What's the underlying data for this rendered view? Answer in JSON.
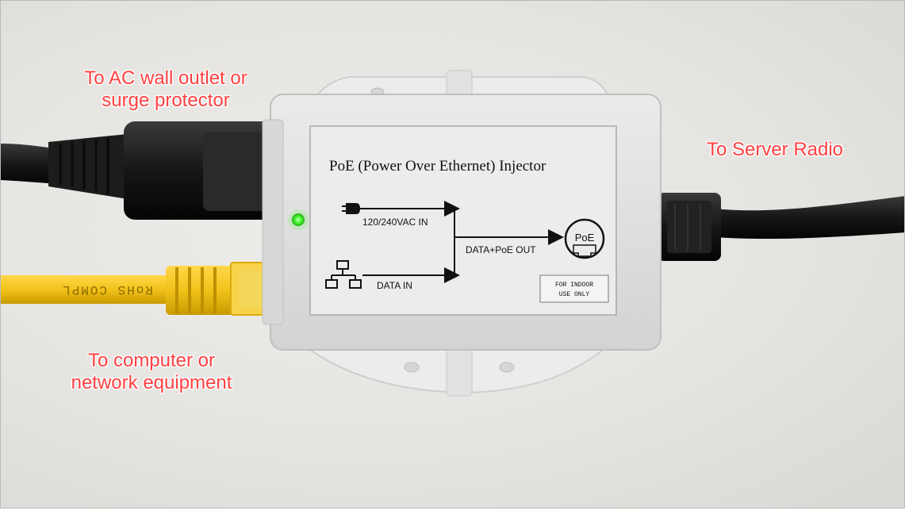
{
  "callouts": {
    "ac_outlet": {
      "line1": "To AC wall outlet or",
      "line2": "surge protector"
    },
    "server_radio": {
      "line1": "To Server Radio"
    },
    "computer": {
      "line1": "To computer or",
      "line2": "network equipment"
    }
  },
  "device": {
    "title": "PoE (Power Over Ethernet) Injector",
    "power_label": "120/240VAC IN",
    "data_in_label": "DATA IN",
    "output_label": "DATA+PoE OUT",
    "port_badge": "PoE",
    "notice_line1": "FOR INDOOR",
    "notice_line2": "USE ONLY",
    "led_color": "#4cff3a"
  },
  "cable": {
    "ethernet_print": "RoHS COMPL"
  },
  "colors": {
    "callout_text": "#ff4040",
    "ethernet_cable": "#f2c21a",
    "power_cable": "#151515",
    "device_body": "#e1e1e1",
    "label_panel": "#ececec"
  }
}
